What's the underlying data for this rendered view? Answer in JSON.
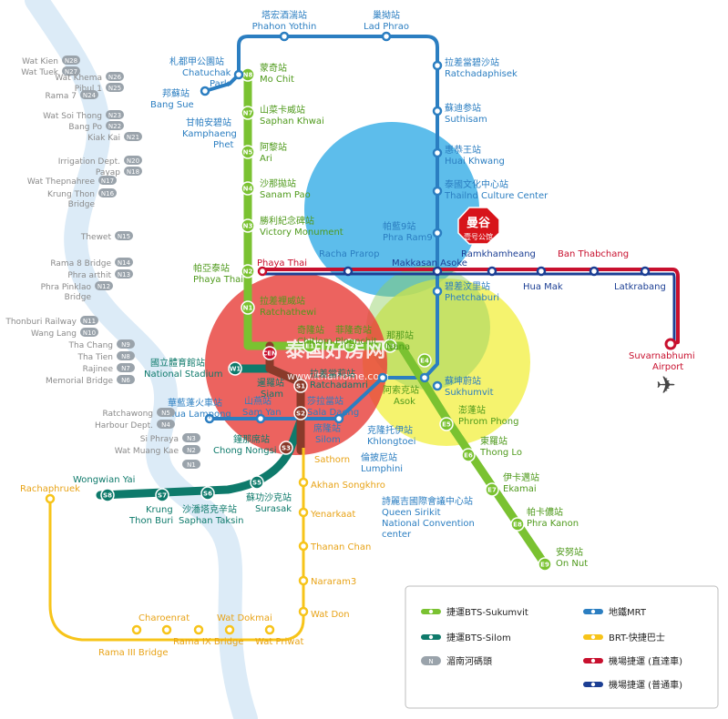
{
  "colors": {
    "sukhumvit": "#7ac231",
    "silom": "#0e7a6b",
    "mrt": "#2b7ec1",
    "brt": "#f7c41a",
    "airport_express": "#c8102e",
    "airport_city": "#1c3f94",
    "river": "#dcebf7",
    "boat_badge": "#9aa3ab"
  },
  "hotel_badge": {
    "title": "曼谷",
    "subtitle": "壹号公馆"
  },
  "watermark": {
    "title": "泰国好房网",
    "url": "www.ithaihome.com"
  },
  "legend": [
    {
      "key": "bts_sukhumvit",
      "label": "捷運BTS-Sukumvit",
      "color": "#7ac231"
    },
    {
      "key": "mrt",
      "label": "地鐵MRT",
      "color": "#2b7ec1"
    },
    {
      "key": "bts_silom",
      "label": "捷運BTS-Silom",
      "color": "#0e7a6b"
    },
    {
      "key": "brt",
      "label": "BRT-快捷巴士",
      "color": "#f7c41a"
    },
    {
      "key": "river_pier",
      "label": "湄南河碼頭",
      "badge": "N",
      "color": "#9aa3ab"
    },
    {
      "key": "arl_express",
      "label": "機場捷運 (直達車)",
      "color": "#c8102e"
    },
    {
      "key": "arl_city",
      "label": "機場捷運 (普通車)",
      "color": "#1c3f94"
    }
  ],
  "stations": [
    {
      "zh": "塔宏酒湍站",
      "en": "Phahon Yothin",
      "color": "#2b7ec1"
    },
    {
      "zh": "巢拗站",
      "en": "Lad Phrao",
      "color": "#2b7ec1"
    },
    {
      "zh": "拉差當碧沙站",
      "en": "Ratchadaphisek",
      "color": "#2b7ec1"
    },
    {
      "zh": "蘇迪参站",
      "en": "Suthisam",
      "color": "#2b7ec1"
    },
    {
      "zh": "惠恭王站",
      "en": "Huai Khwang",
      "color": "#2b7ec1"
    },
    {
      "zh": "泰國文化中心站",
      "en": "Thailnd Culture Center",
      "color": "#2b7ec1"
    },
    {
      "zh": "帕藍9站",
      "en": "Phra Ram9",
      "color": "#2b7ec1"
    },
    {
      "zh": "碧差汶里站",
      "en": "Phetchaburi",
      "color": "#2b7ec1"
    },
    {
      "zh": "蘇坤蔚站",
      "en": "Sukhumvit",
      "color": "#2b7ec1"
    },
    {
      "zh": "詩麗吉國際會議中心站",
      "en": "Queen Sirikit",
      "en2": "National Convention",
      "en3": "center",
      "color": "#2b7ec1"
    },
    {
      "zh": "克隆托伊站",
      "en": "Khlongtoei",
      "color": "#2b7ec1"
    },
    {
      "zh": "倫披尼站",
      "en": "Lumphini",
      "color": "#2b7ec1"
    },
    {
      "zh": "莎拉當站",
      "en": "Sala Daeng",
      "color": "#2b7ec1"
    },
    {
      "zh": "華藍蓬火車站",
      "en": "Hua Lampong",
      "color": "#2b7ec1"
    },
    {
      "zh": "札都甲公園站",
      "en": "Chatuchak",
      "en2": "Park",
      "color": "#2b7ec1"
    },
    {
      "zh": "邦蘇站",
      "en": "Bang Sue",
      "color": "#2b7ec1"
    },
    {
      "zh": "甘帕安碧站",
      "en": "Kamphaeng",
      "en2": "Phet",
      "color": "#2b7ec1"
    },
    {
      "zh": "蒙奇站",
      "en": "Mo Chit",
      "color": "#4f9a1c"
    },
    {
      "zh": "山菜卡威站",
      "en": "Saphan Khwai",
      "color": "#4f9a1c"
    },
    {
      "zh": "阿黎站",
      "en": "Ari",
      "color": "#4f9a1c"
    },
    {
      "zh": "沙那拋站",
      "en": "Sanam Pao",
      "color": "#4f9a1c"
    },
    {
      "zh": "勝利紀念碑站",
      "en": "Victory Monument",
      "color": "#4f9a1c"
    },
    {
      "zh": "帕亞泰站",
      "en": "Phaya Thai",
      "color": "#4f9a1c"
    },
    {
      "zh": "拉差裡威站",
      "en": "Ratchathewi",
      "color": "#4f9a1c"
    },
    {
      "zh": "奇隆站",
      "en": "Chitlom",
      "color": "#4f9a1c"
    },
    {
      "zh": "菲隆奇站",
      "en": "Ploenchit",
      "color": "#4f9a1c"
    },
    {
      "zh": "那那站",
      "en": "Nana",
      "color": "#4f9a1c"
    },
    {
      "zh": "阿索克站",
      "en": "Asok",
      "color": "#4f9a1c"
    },
    {
      "zh": "澎蓬站",
      "en": "Phrom Phong",
      "color": "#4f9a1c"
    },
    {
      "zh": "東羅站",
      "en": "Thong Lo",
      "color": "#4f9a1c"
    },
    {
      "zh": "伊卡邁站",
      "en": "Ekamai",
      "color": "#4f9a1c"
    },
    {
      "zh": "帕卡儂站",
      "en": "Phra Kanon",
      "color": "#4f9a1c"
    },
    {
      "zh": "安努站",
      "en": "On Nut",
      "color": "#4f9a1c"
    },
    {
      "zh": "國立體育館站",
      "en": "National Stadium",
      "color": "#0e7a6b"
    },
    {
      "zh": "暹羅站",
      "en": "Siam",
      "color": "#0e7a6b"
    },
    {
      "zh": "拉差當莉站",
      "en": "Ratchadamri",
      "color": "#0e7a6b"
    },
    {
      "zh": "山燕站",
      "en": "Sam Yan",
      "color": "#2b7ec1"
    },
    {
      "zh": "席隆站",
      "en": "Silom",
      "color": "#2b7ec1"
    },
    {
      "zh": "鐘那席站",
      "en": "Chong Nongsi",
      "color": "#0e7a6b"
    },
    {
      "zh": "蘇功沙克站",
      "en": "Surasak",
      "color": "#0e7a6b"
    },
    {
      "zh": "沙潘塔克辛站",
      "en": "Saphan Taksin",
      "color": "#0e7a6b"
    },
    {
      "zh": "",
      "en": "Krung",
      "en2": "Thon Buri",
      "color": "#0e7a6b"
    },
    {
      "zh": "",
      "en": "Wongwian Yai",
      "color": "#0e7a6b"
    }
  ],
  "arl_labels": [
    "Phaya Thai",
    "Racha Prarop",
    "Makkasan Asoke",
    "Ramkhamheang",
    "Ban Thabchang",
    "Hua Mak",
    "Latkrabang",
    "Suvarnabhumi",
    "Airport"
  ],
  "brt_labels": [
    "Sathorn",
    "Akhan Songkhro",
    "Yenarkaat",
    "Thanan Chan",
    "Nararam3",
    "Wat Don",
    "Wat Dokmai",
    "Charoenrat",
    "Rama IX Bridge",
    "Wat Priwat",
    "Rama III Bridge",
    "Rachaphruek"
  ],
  "river_piers": [
    {
      "name": "Wat Kien",
      "code": "N28"
    },
    {
      "name": "Wat Tuek",
      "code": "N27"
    },
    {
      "name": "Wat Khema",
      "code": "N26"
    },
    {
      "name": "Pibul 1",
      "code": "N25"
    },
    {
      "name": "Rama 7",
      "code": "N24"
    },
    {
      "name": "Wat Soi Thong",
      "code": "N23"
    },
    {
      "name": "Bang Po",
      "code": "N22"
    },
    {
      "name": "Kiak Kai",
      "code": "N21"
    },
    {
      "name": "Irrigation Dept.",
      "code": "N20"
    },
    {
      "name": "Payap",
      "code": "N18"
    },
    {
      "name": "Wat Thepnahree",
      "code": "N17"
    },
    {
      "name": "Krung Thon",
      "name2": "Bridge",
      "code": "N16"
    },
    {
      "name": "Thewet",
      "code": "N15"
    },
    {
      "name": "Rama 8 Bridge",
      "code": "N14"
    },
    {
      "name": "Phra arthit",
      "code": "N13"
    },
    {
      "name": "Phra Pinklao",
      "name2": "Bridge",
      "code": "N12"
    },
    {
      "name": "Thonburi Railway",
      "code": "N11"
    },
    {
      "name": "Wang Lang",
      "code": "N10"
    },
    {
      "name": "Tha Chang",
      "code": "N9"
    },
    {
      "name": "Tha Tien",
      "code": "N8"
    },
    {
      "name": "Rajinee",
      "code": "N7"
    },
    {
      "name": "Memorial Bridge",
      "code": "N6"
    },
    {
      "name": "Ratchawong",
      "code": "N5"
    },
    {
      "name": "Harbour Dept.",
      "code": "N4"
    },
    {
      "name": "Si Phraya",
      "code": "N3"
    },
    {
      "name": "Wat Muang Kae",
      "code": "N2"
    },
    {
      "name": "",
      "code": "N1"
    }
  ],
  "station_codes": [
    "N8",
    "N7",
    "N5",
    "N4",
    "N3",
    "N2",
    "N1",
    "CEN",
    "W1",
    "S1",
    "S2",
    "S3",
    "S5",
    "S6",
    "S7",
    "S8",
    "E1",
    "E2",
    "E3",
    "E4",
    "E5",
    "E6",
    "E7",
    "E8",
    "E9"
  ]
}
